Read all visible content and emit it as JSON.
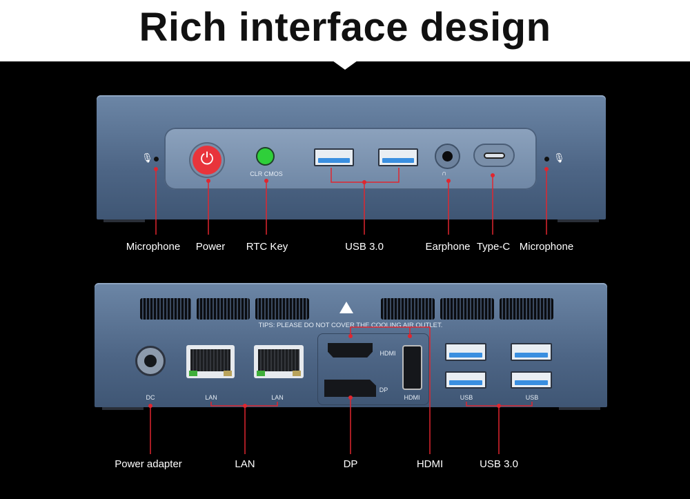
{
  "header": {
    "title": "Rich interface design"
  },
  "front": {
    "clr_cmos_label": "CLR  CMOS",
    "labels": {
      "microphone_left": "Microphone",
      "power": "Power",
      "rtc_key": "RTC Key",
      "usb3": "USB 3.0",
      "earphone": "Earphone",
      "type_c": "Type-C",
      "microphone_right": "Microphone"
    }
  },
  "rear": {
    "tips": "TIPS: PLEASE DO NOT COVER THE COOLING AIR OUTLET.",
    "port_labels": {
      "dc": "DC",
      "lan1": "LAN",
      "lan2": "LAN",
      "hdmi_h": "HDMI",
      "dp": "DP",
      "hdmi_v": "HDMI",
      "usb1": "USB",
      "usb2": "USB"
    },
    "labels": {
      "power_adapter": "Power adapter",
      "lan": "LAN",
      "dp": "DP",
      "hdmi": "HDMI",
      "usb3": "USB 3.0"
    }
  },
  "colors": {
    "callout": "#e0262f",
    "chassis": "#4d6585",
    "power_button": "#e8343b",
    "rtc_button": "#2fcf3a"
  }
}
